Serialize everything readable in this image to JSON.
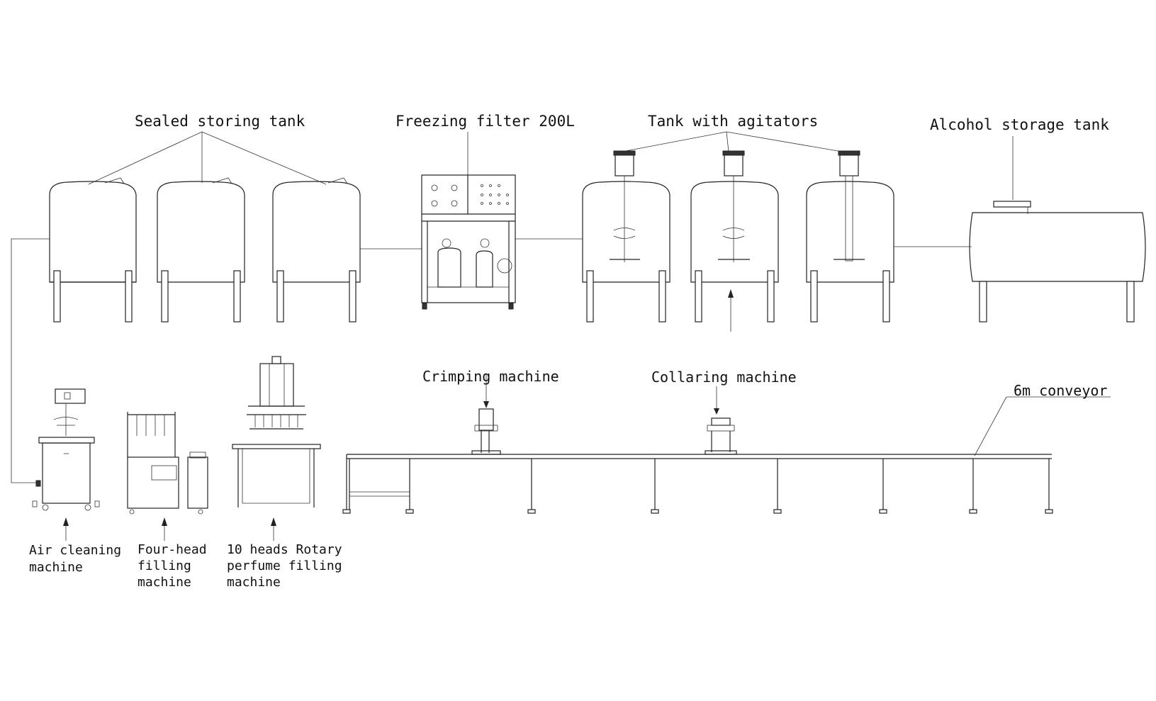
{
  "labels": {
    "sealed_storing_tank": "Sealed storing tank",
    "freezing_filter": "Freezing filter 200L",
    "tank_with_agitators": "Tank with agitators",
    "alcohol_storage_tank": "Alcohol storage tank",
    "crimping_machine": "Crimping machine",
    "collaring_machine": "Collaring machine",
    "conveyor": "6m conveyor",
    "air_cleaning_1": "Air cleaning",
    "air_cleaning_2": "machine",
    "four_head_1": "Four-head",
    "four_head_2": "filling",
    "four_head_3": "machine",
    "rotary_1": "10 heads Rotary",
    "rotary_2": "perfume filling",
    "rotary_3": "machine"
  }
}
